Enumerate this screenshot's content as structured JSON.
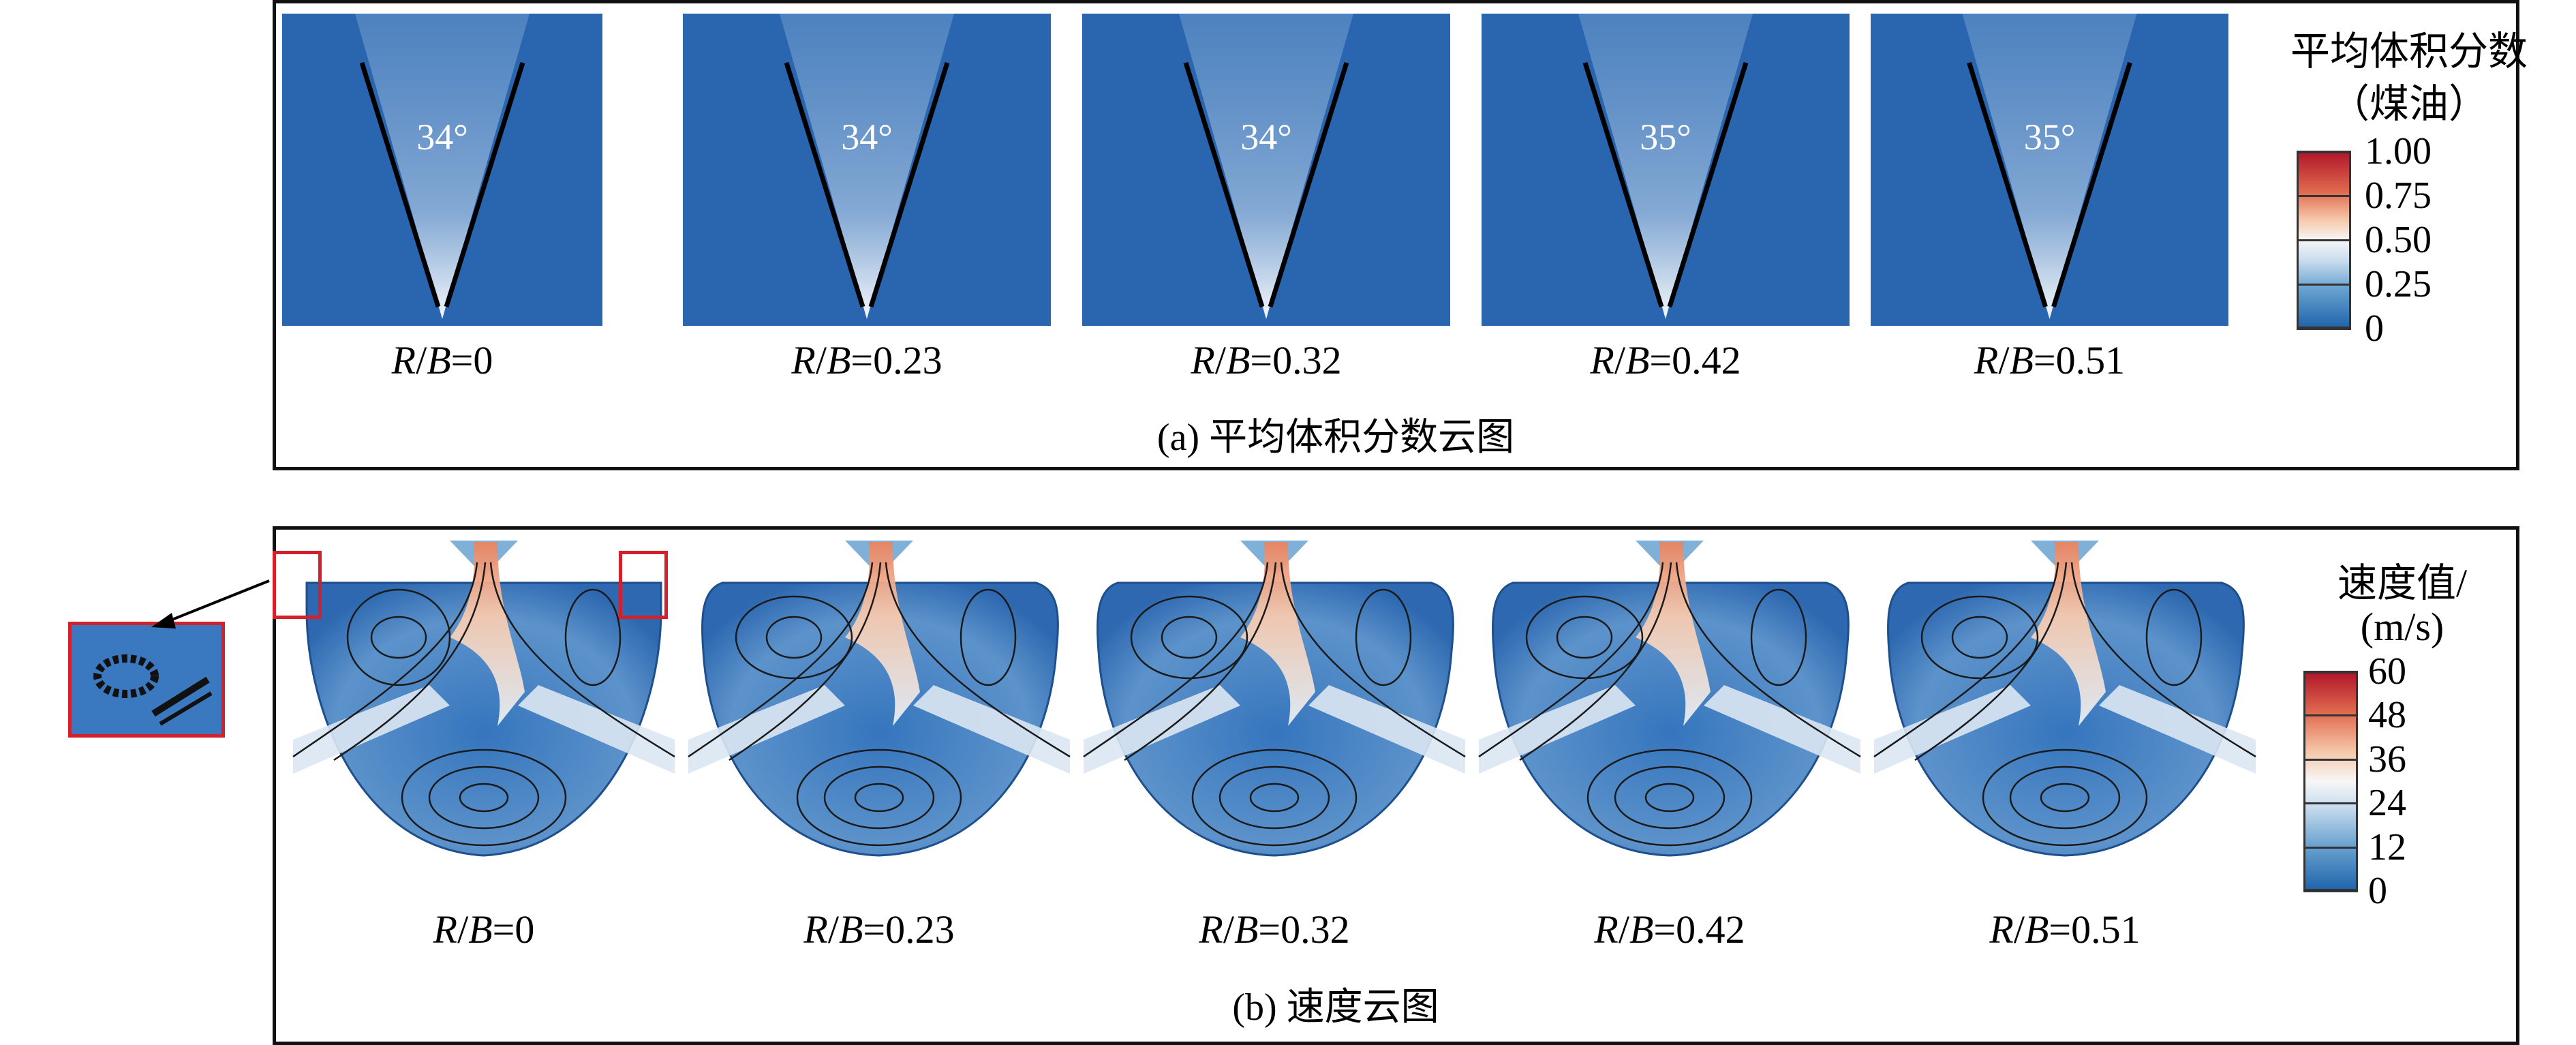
{
  "section_a": {
    "caption": "(a) 平均体积分数云图",
    "colorbar": {
      "title_line1": "平均体积分数",
      "title_line2": "（煤油）",
      "ticks": [
        "1.00",
        "0.75",
        "0.50",
        "0.25",
        "0"
      ]
    },
    "panels": [
      {
        "angle": "34°",
        "ratio_value": "=0"
      },
      {
        "angle": "34°",
        "ratio_value": "=0.23"
      },
      {
        "angle": "34°",
        "ratio_value": "=0.32"
      },
      {
        "angle": "35°",
        "ratio_value": "=0.42"
      },
      {
        "angle": "35°",
        "ratio_value": "=0.51"
      }
    ]
  },
  "section_b": {
    "caption": "(b) 速度云图",
    "colorbar": {
      "title_line1": "速度值/",
      "title_line2": "(m/s)",
      "ticks": [
        "60",
        "48",
        "36",
        "24",
        "12",
        "0"
      ]
    },
    "panels": [
      {
        "ratio_value": "=0"
      },
      {
        "ratio_value": "=0.23"
      },
      {
        "ratio_value": "=0.32"
      },
      {
        "ratio_value": "=0.42"
      },
      {
        "ratio_value": "=0.51"
      }
    ]
  },
  "ratio_label": {
    "r": "R",
    "slash": "/",
    "b": "B"
  },
  "colors": {
    "field_blue": "#2a66b0",
    "light": "#dfeaf4",
    "hot": "#c0272d"
  }
}
